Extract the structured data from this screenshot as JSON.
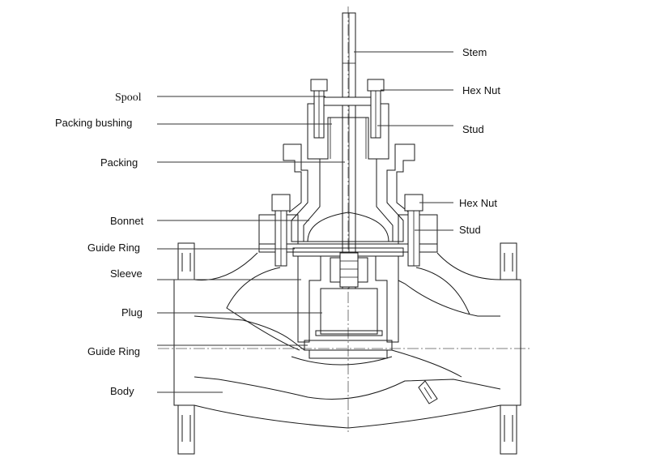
{
  "labels": {
    "left": {
      "spool": "Spool",
      "packing_bushing": "Packing bushing",
      "packing": "Packing",
      "bonnet": "Bonnet",
      "guide_ring_upper": "Guide Ring",
      "sleeve": "Sleeve",
      "plug": "Plug",
      "guide_ring_lower": "Guide Ring",
      "body": "Body"
    },
    "right": {
      "stem": "Stem",
      "hex_nut_upper": "Hex Nut",
      "stud_upper": "Stud",
      "hex_nut_lower": "Hex Nut",
      "stud_lower": "Stud"
    }
  }
}
